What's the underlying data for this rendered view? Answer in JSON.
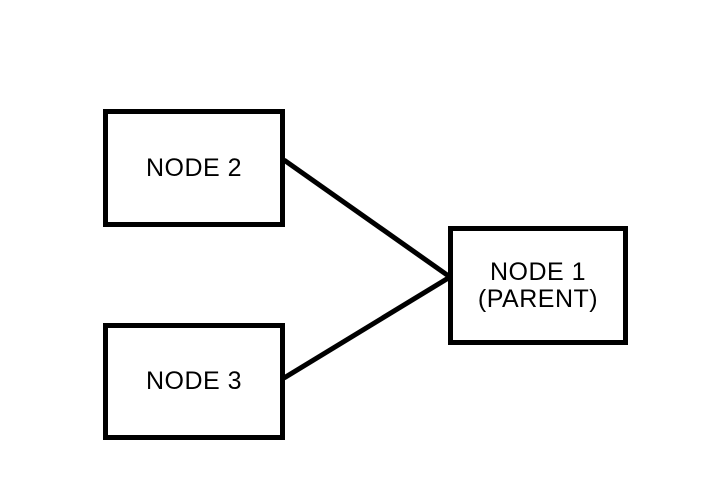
{
  "diagram": {
    "background_color": "#ffffff",
    "stroke_color": "#000000",
    "nodes": {
      "node1": {
        "id": "node1",
        "label_line1": "NODE 1",
        "label_line2": "(PARENT)",
        "role": "parent"
      },
      "node2": {
        "id": "node2",
        "label": "NODE 2"
      },
      "node3": {
        "id": "node3",
        "label": "NODE 3"
      }
    },
    "edges": [
      {
        "from": "node2",
        "to": "node1"
      },
      {
        "from": "node3",
        "to": "node1"
      }
    ]
  }
}
